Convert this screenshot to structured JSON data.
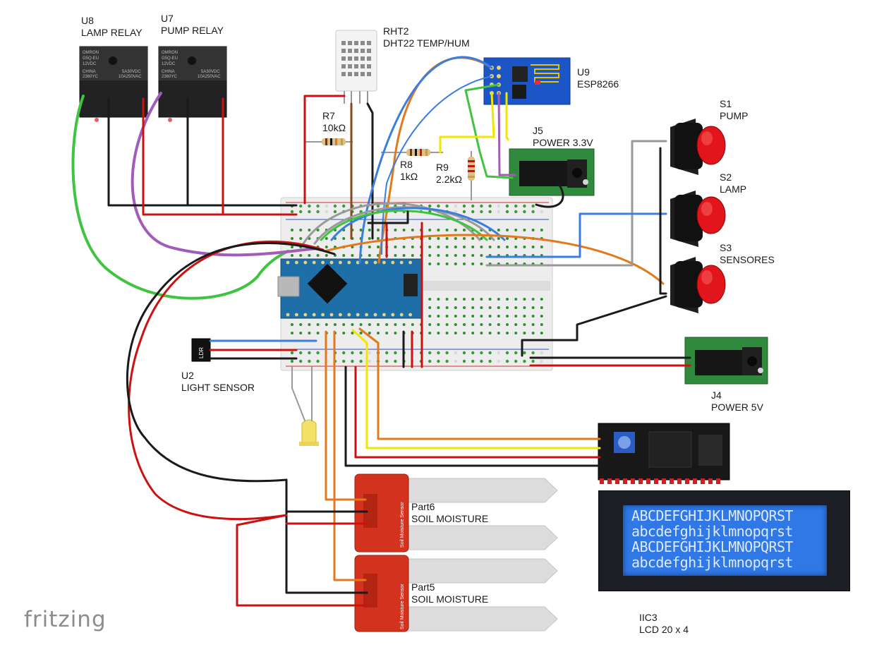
{
  "app": {
    "brand": "fritzing"
  },
  "colors": {
    "wire_red": "#cc1111",
    "wire_black": "#1a1a1a",
    "wire_green": "#3fc43f",
    "wire_purple": "#a05cb8",
    "wire_orange": "#e07a1c",
    "wire_blue": "#3a7ee0",
    "wire_yellow": "#f2e600",
    "wire_gray": "#9a9a9a",
    "wire_brown": "#8a4a1a",
    "board_teal": "#2a6fa0",
    "breadboard": "#eeeeee",
    "sensor_red": "#d2321e",
    "button_red": "#e3151c",
    "lcd_blue": "#2f78e6",
    "pcb_green": "#2f8a3e"
  },
  "components": {
    "u8": {
      "ref": "U8",
      "name": "LAMP RELAY",
      "body_text": "OMRON\nG5Q-EU\n12VDC\nCHINA\n2360YC\n5A30VDC\n10A250VAC"
    },
    "u7": {
      "ref": "U7",
      "name": "PUMP RELAY"
    },
    "rht2": {
      "ref": "RHT2",
      "name": "DHT22 TEMP/HUM"
    },
    "u9": {
      "ref": "U9",
      "name": "ESP8266"
    },
    "r7": {
      "ref": "R7",
      "value": "10kΩ"
    },
    "r8": {
      "ref": "R8",
      "value": "1kΩ"
    },
    "r9": {
      "ref": "R9",
      "value": "2.2kΩ"
    },
    "j5": {
      "ref": "J5",
      "name": "POWER 3.3V"
    },
    "s1": {
      "ref": "S1",
      "name": "PUMP"
    },
    "s2": {
      "ref": "S2",
      "name": "LAMP"
    },
    "s3": {
      "ref": "S3",
      "name": "SENSORES"
    },
    "u2": {
      "ref": "U2",
      "name": "LIGHT SENSOR",
      "chip_text": "LDR"
    },
    "j4": {
      "ref": "J4",
      "name": "POWER 5V"
    },
    "part6": {
      "ref": "Part6",
      "name": "SOIL MOISTURE",
      "board_text": "Soil Moisture Sensor"
    },
    "part5": {
      "ref": "Part5",
      "name": "SOIL MOISTURE",
      "board_text": "Soil Moisture Sensor"
    },
    "iic3": {
      "ref": "IIC3",
      "name": "LCD 20 x 4"
    }
  },
  "lcd_lines": [
    "ABCDEFGHIJKLMNOPQRST",
    "abcdefghijklmnopqrst",
    "ABCDEFGHIJKLMNOPQRST",
    "abcdefghijklmnopqrst"
  ]
}
